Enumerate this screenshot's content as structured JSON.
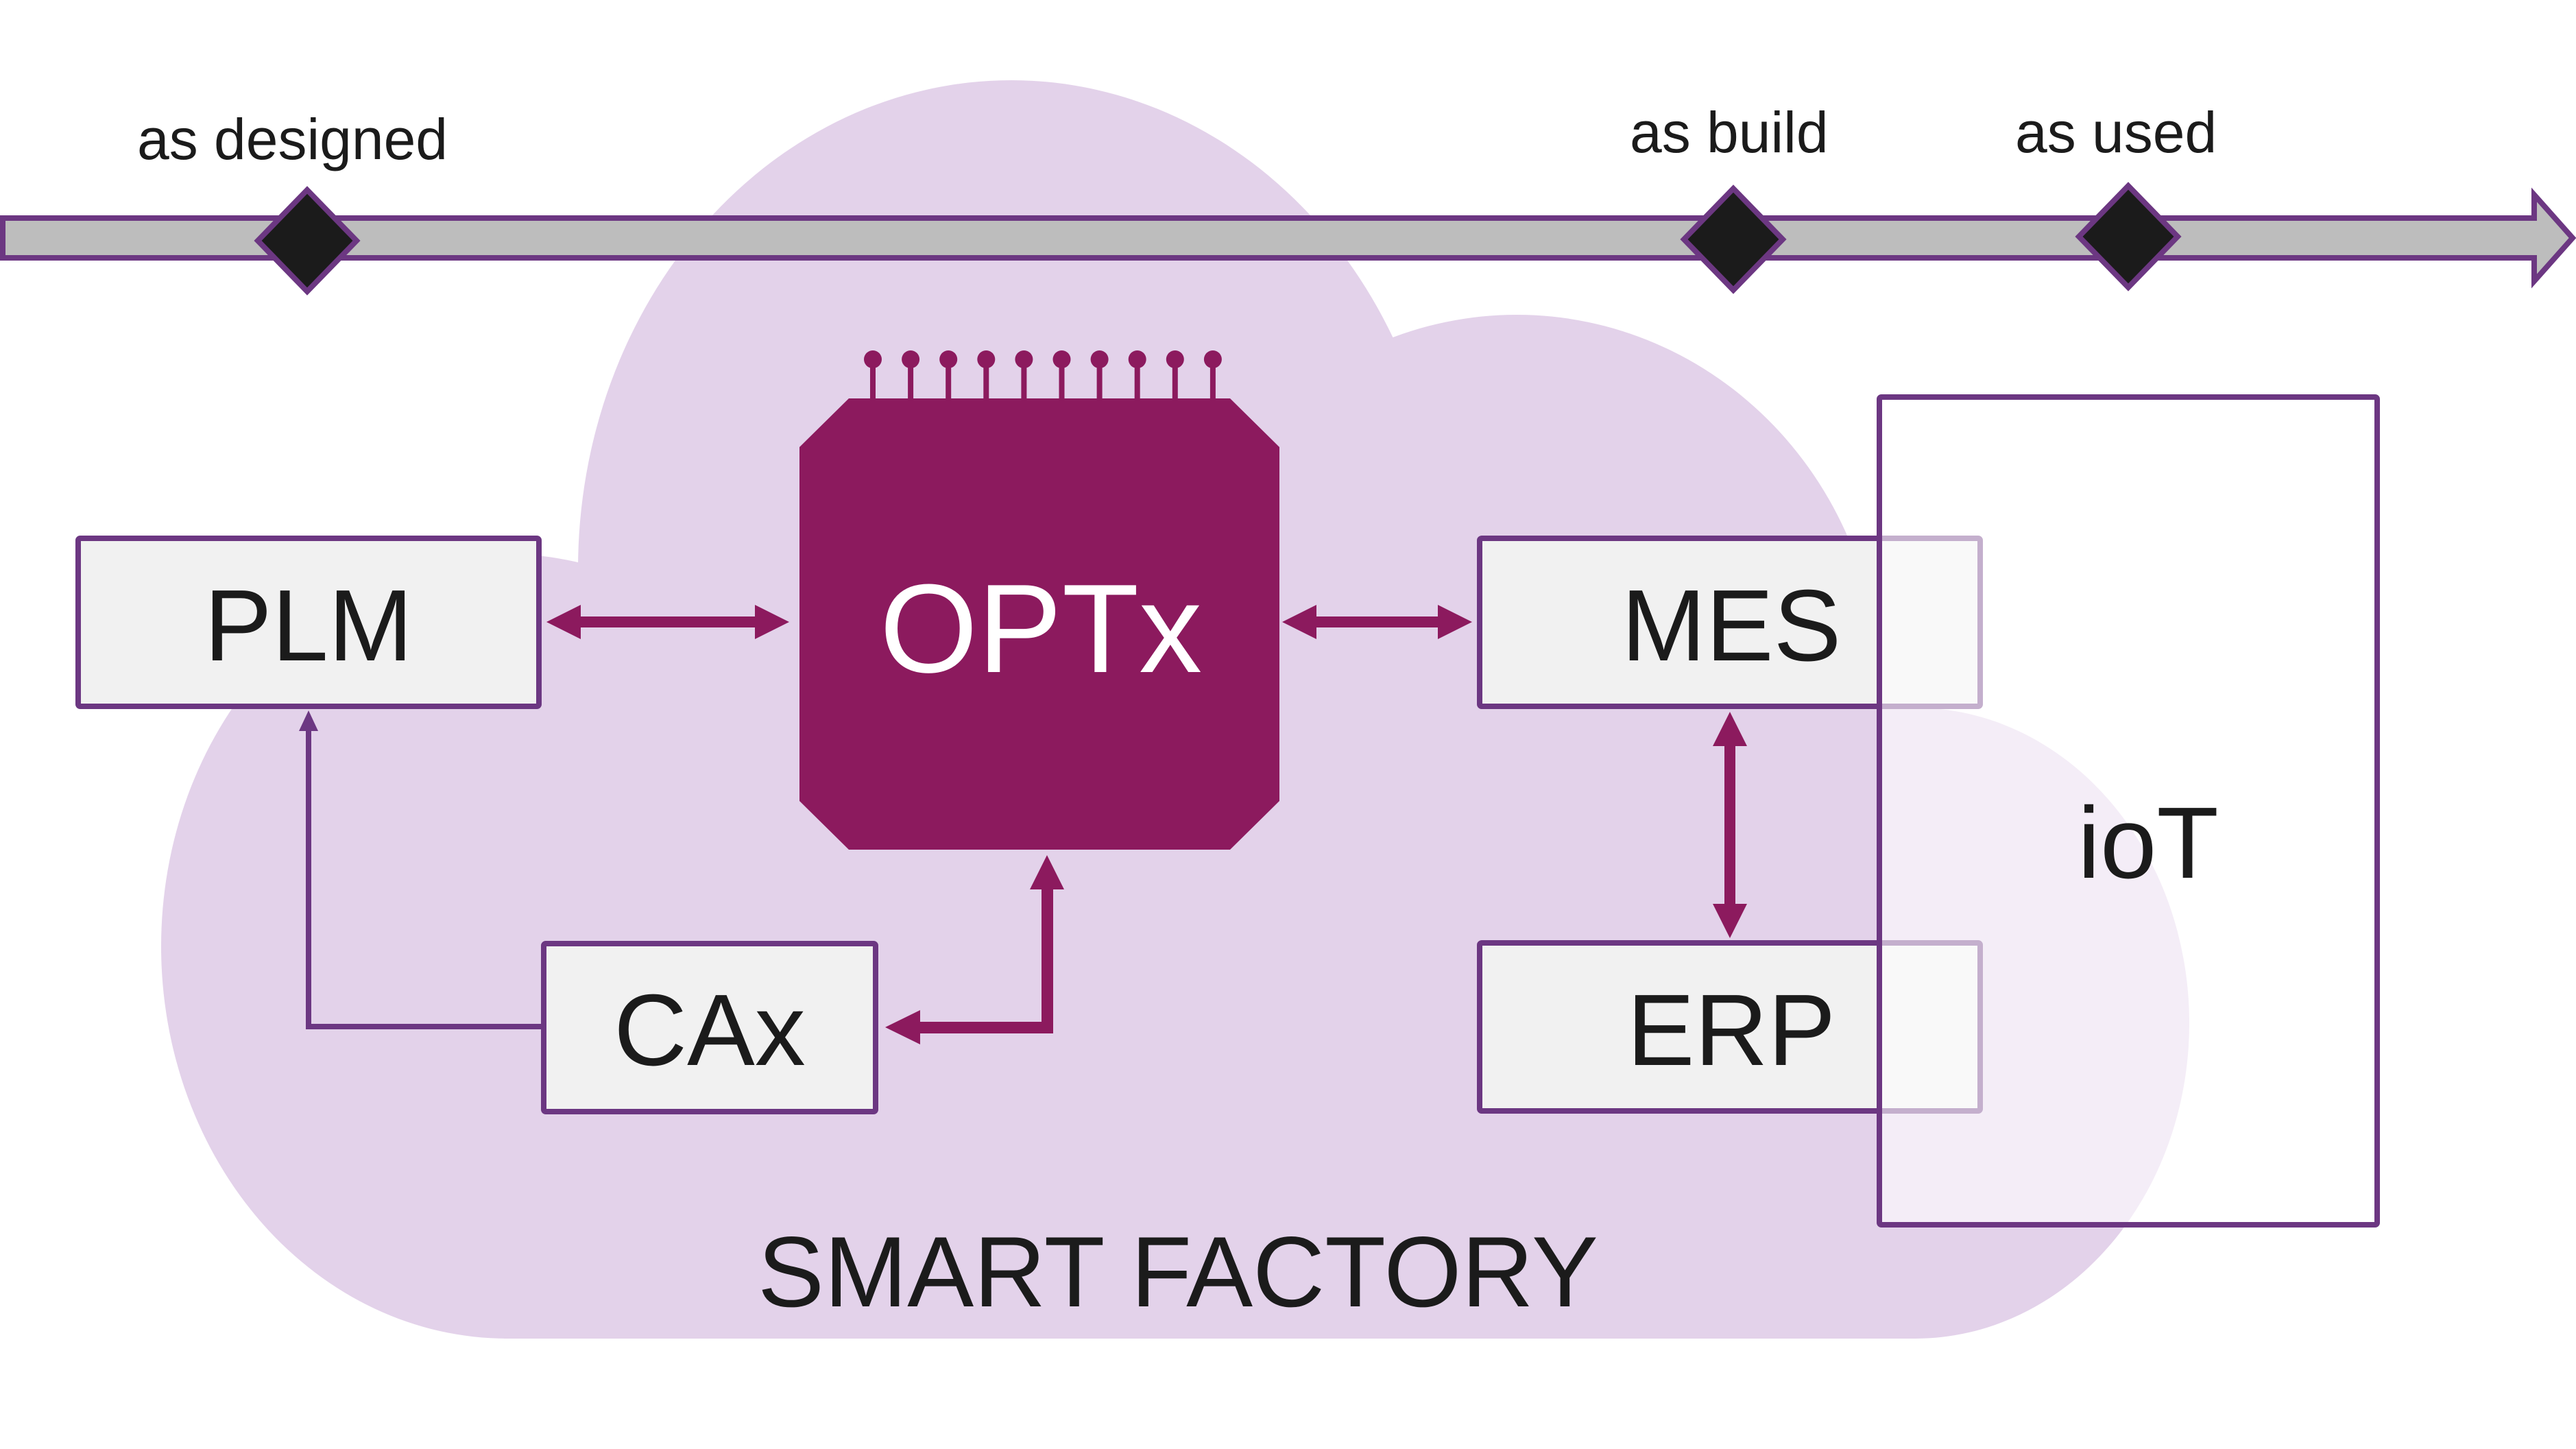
{
  "diagram": {
    "colors": {
      "cloud": "#e3d2ea",
      "cloud_light": "#f1e7f3",
      "box_fill": "#f1f1f1",
      "box_border": "#6c3782",
      "chip": "#8c1a5e",
      "arrow": "#8c1a5e",
      "timeline_fill": "#bdbdbd",
      "milestone": "#1b1b1b",
      "text": "#1b1b1b",
      "chip_text": "#ffffff"
    },
    "timeline": {
      "milestones": [
        {
          "label": "as designed"
        },
        {
          "label": "as build"
        },
        {
          "label": "as used"
        }
      ]
    },
    "cloud_label": "SMART FACTORY",
    "nodes": {
      "plm": "PLM",
      "cax": "CAx",
      "optx": "OPTx",
      "mes": "MES",
      "erp": "ERP",
      "iot": "ioT"
    },
    "edges": [
      {
        "from": "PLM",
        "to": "OPTx",
        "direction": "bidirectional"
      },
      {
        "from": "OPTx",
        "to": "MES",
        "direction": "bidirectional"
      },
      {
        "from": "MES",
        "to": "ERP",
        "direction": "bidirectional"
      },
      {
        "from": "OPTx",
        "to": "CAx",
        "direction": "bidirectional"
      },
      {
        "from": "CAx",
        "to": "PLM",
        "direction": "forward"
      }
    ]
  }
}
